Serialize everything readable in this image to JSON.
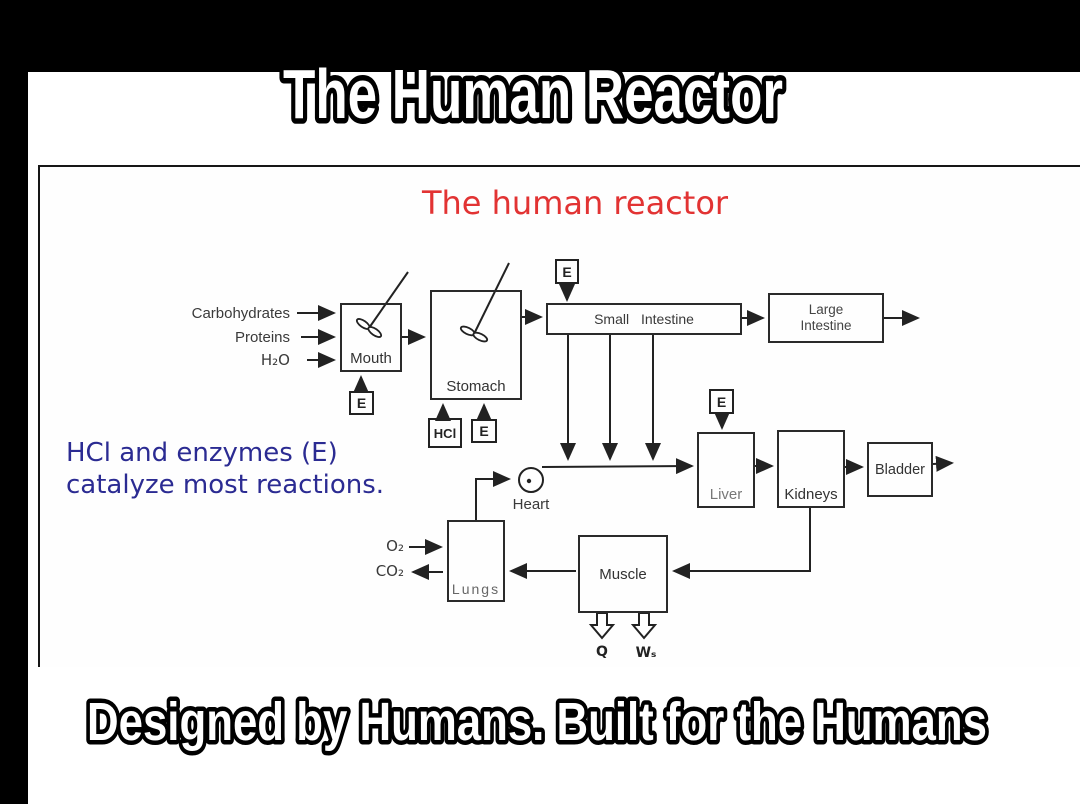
{
  "banner": {
    "title": "The Human Reactor"
  },
  "footer": {
    "caption": "Designed by Humans. Built for the Humans"
  },
  "diagram": {
    "title": "The human reactor",
    "note": {
      "line1": "HCl and enzymes (E)",
      "line2": "catalyze most reactions."
    },
    "inputs": {
      "carbohydrates": "Carbohydrates",
      "proteins": "Proteins",
      "water": "H₂O"
    },
    "organs": {
      "mouth": "Mouth",
      "stomach": "Stomach",
      "small_intestine": "Small Intestine",
      "large_intestine_line1": "Large",
      "large_intestine_line2": "Intestine",
      "liver": "Liver",
      "kidneys": "Kidneys",
      "bladder": "Bladder",
      "heart": "Heart",
      "lungs": "Lungs",
      "muscle": "Muscle"
    },
    "catalysts": {
      "enzyme": "E",
      "acid": "HCl"
    },
    "gases": {
      "oxygen": "O₂",
      "carbon_dioxide": "CO₂"
    },
    "outputs": {
      "heat": "Q",
      "shaft_work": "Wₛ"
    }
  }
}
